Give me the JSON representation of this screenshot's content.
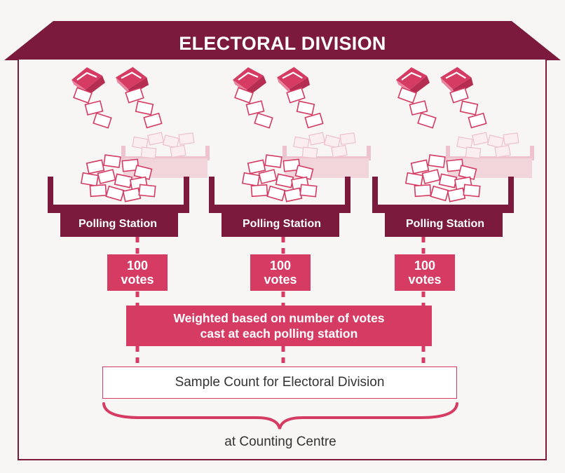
{
  "division_title": "ELECTORAL DIVISION",
  "stations": [
    {
      "label": "Polling Station",
      "votes_number": "100",
      "votes_word": "votes"
    },
    {
      "label": "Polling Station",
      "votes_number": "100",
      "votes_word": "votes"
    },
    {
      "label": "Polling Station",
      "votes_number": "100",
      "votes_word": "votes"
    }
  ],
  "weighting": {
    "line1": "Weighted based on number of votes",
    "line2": "cast at each polling station"
  },
  "sample_count_label": "Sample Count for Electoral Division",
  "counting_centre_label": "at Counting Centre",
  "colors": {
    "maroon": "#7b1a3c",
    "pink": "#d53b63",
    "faded_pink": "#f0c5cf",
    "background": "#f7f6f4"
  }
}
